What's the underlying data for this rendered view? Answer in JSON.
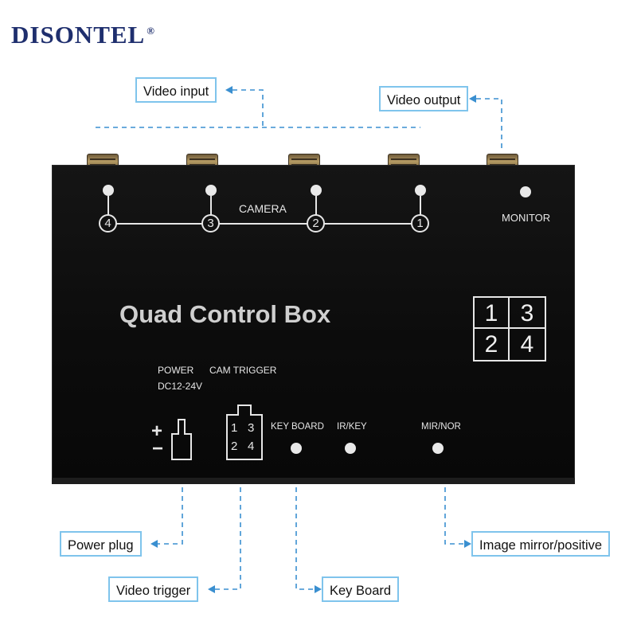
{
  "brand": {
    "name": "DISONTEL",
    "mark": "®"
  },
  "callouts": {
    "video_input": "Video input",
    "video_output": "Video output",
    "power_plug": "Power plug",
    "video_trigger": "Video trigger",
    "key_board": "Key Board",
    "image_mirror": "Image mirror/positive"
  },
  "device": {
    "camera_label": "CAMERA",
    "monitor_label": "MONITOR",
    "title": "Quad Control Box",
    "power_label": "POWER",
    "power_spec": "DC12-24V",
    "cam_trigger_label": "CAM TRIGGER",
    "key_board_label": "KEY BOARD",
    "ir_key_label": "IR/KEY",
    "mir_nor_label": "MIR/NOR",
    "camera_numbers": [
      "4",
      "3",
      "2",
      "1"
    ],
    "quad_numbers": [
      "1",
      "3",
      "2",
      "4"
    ],
    "trigger_numbers": [
      "1",
      "3",
      "2",
      "4"
    ],
    "plus_sign": "+",
    "minus_sign": "−"
  },
  "colors": {
    "brand": "#1f2f6e",
    "callout_border": "#7fc4ec",
    "leader_line": "#3a8fd0",
    "box": "#0e0e0e"
  }
}
